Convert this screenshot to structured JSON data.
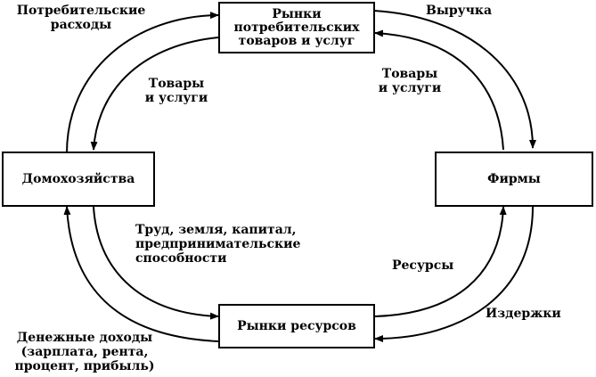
{
  "nodes": {
    "consumer_markets": {
      "lines": [
        "Рынки",
        "потребительских",
        "товаров и услуг"
      ]
    },
    "households": {
      "lines": [
        "Домохозяйства"
      ]
    },
    "firms": {
      "lines": [
        "Фирмы"
      ]
    },
    "resource_markets": {
      "lines": [
        "Рынки ресурсов"
      ]
    }
  },
  "flows": {
    "consumer_spending": {
      "lines": [
        "Потребительские",
        "расходы"
      ]
    },
    "revenue": {
      "lines": [
        "Выручка"
      ]
    },
    "goods_to_households": {
      "lines": [
        "Товары",
        "и услуги"
      ]
    },
    "goods_from_firms": {
      "lines": [
        "Товары",
        "и услуги"
      ]
    },
    "factors_of_production": {
      "lines": [
        "Труд, земля, капитал,",
        "предпринимательские",
        "способности"
      ]
    },
    "resources": {
      "lines": [
        "Ресурсы"
      ]
    },
    "costs": {
      "lines": [
        "Издержки"
      ]
    },
    "money_income": {
      "lines": [
        "Денежные доходы",
        "(зарплата, рента,",
        "процент, прибыль)"
      ]
    }
  }
}
